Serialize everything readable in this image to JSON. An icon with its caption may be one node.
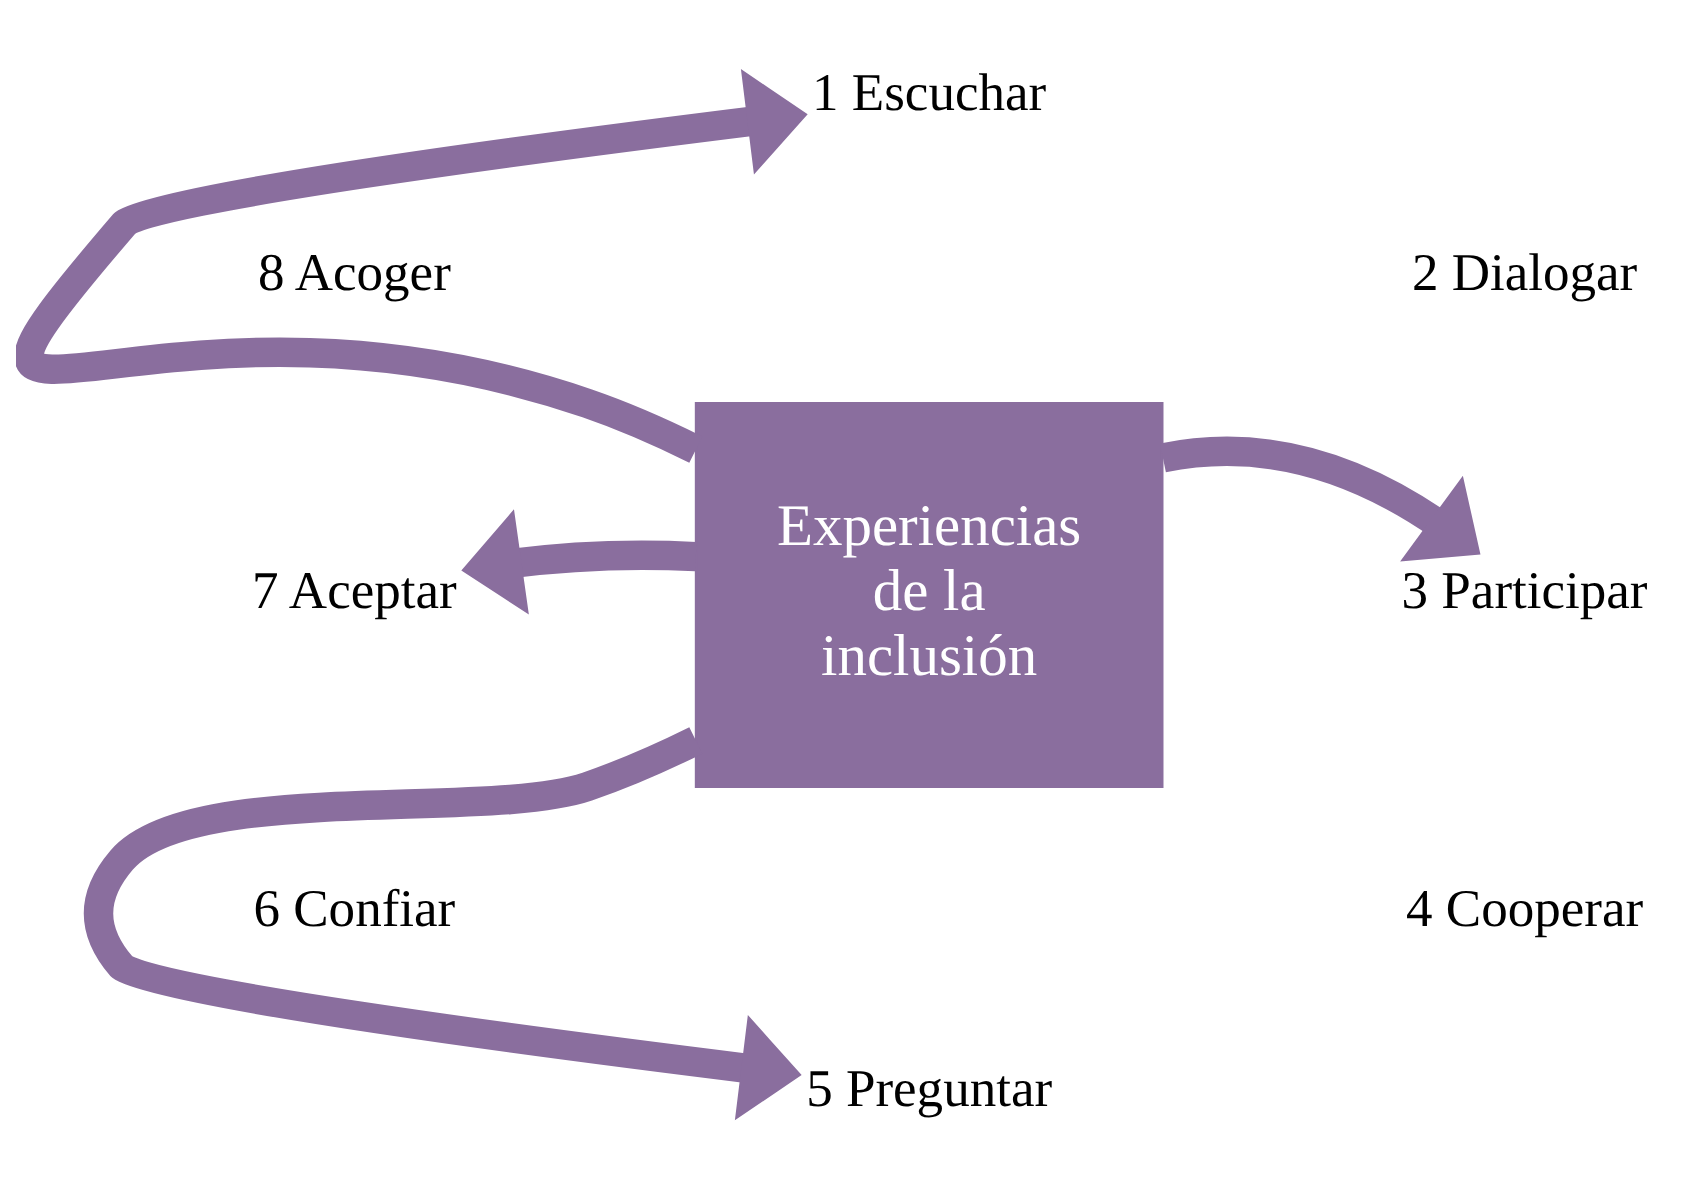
{
  "diagram": {
    "nodes": [
      {
        "text": [
          "Experiencias de la inclusión"
        ]
      },
      {
        "text": [
          "1 Escuchar"
        ]
      },
      {
        "text": [
          "3 Participar"
        ]
      },
      {
        "text": [
          "5 Preguntar"
        ]
      },
      {
        "text": [
          "7 Aceptar"
        ]
      }
    ],
    "edges": [
      {
        "from": 0,
        "to": 1,
        "arrow": "to"
      },
      {
        "from": 0,
        "to": 2,
        "arrow": "to"
      },
      {
        "from": 0,
        "to": 3,
        "arrow": "to"
      },
      {
        "from": 0,
        "to": 4,
        "arrow": "to"
      }
    ],
    "labels": [
      "8 Acoger",
      "2 Dialogar",
      "6 Confiar",
      "4 Cooperar"
    ]
  }
}
